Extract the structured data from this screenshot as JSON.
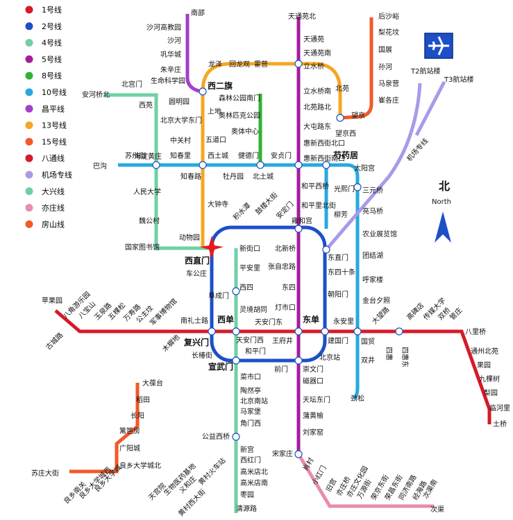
{
  "legend": [
    {
      "label": "1号线",
      "color": "#d7192a"
    },
    {
      "label": "2号线",
      "color": "#1d4fc8"
    },
    {
      "label": "4号线",
      "color": "#6fd0a5"
    },
    {
      "label": "5号线",
      "color": "#a41d9c"
    },
    {
      "label": "8号线",
      "color": "#2fb32f"
    },
    {
      "label": "10号线",
      "color": "#26a9e0"
    },
    {
      "label": "昌平线",
      "color": "#a43fc8"
    },
    {
      "label": "13号线",
      "color": "#f5a623"
    },
    {
      "label": "15号线",
      "color": "#f05a28"
    },
    {
      "label": "八通线",
      "color": "#d7192a"
    },
    {
      "label": "机场专线",
      "color": "#a99ae8"
    },
    {
      "label": "大兴线",
      "color": "#6fd0a5"
    },
    {
      "label": "亦庄线",
      "color": "#e88cb0"
    },
    {
      "label": "房山线",
      "color": "#f05a28"
    }
  ],
  "compass": {
    "cn": "北",
    "en": "North"
  },
  "airport": {
    "t2": "T2航站楼",
    "t3": "T3航站楼",
    "line_label": "机场专线"
  },
  "stations": {
    "s1": "南邵",
    "s2": "沙河高教园",
    "s3": "沙河",
    "s4": "巩华城",
    "s5": "朱辛庄",
    "s6": "生命科学园",
    "s7": "西二旗",
    "s8": "龙泽",
    "s9": "回龙观",
    "s10": "霍营",
    "s11": "天通苑北",
    "s12": "天通苑",
    "s13": "天通苑南",
    "s14": "立水桥",
    "s15": "立水桥南",
    "s16": "北苑路北",
    "s17": "大屯路东",
    "s18": "惠新西街北口",
    "s19": "北苑",
    "s20": "望京",
    "s21": "望京西",
    "s22": "后沙峪",
    "s23": "梨花坟",
    "s24": "国展",
    "s25": "孙河",
    "s26": "马泉营",
    "s27": "崔各庄",
    "s28": "森林公园南门",
    "s29": "奥林匹克公园",
    "s30": "奥体中心",
    "s31": "上地",
    "s32": "五道口",
    "s33": "北宫门",
    "s34": "西苑",
    "s35": "安河桥北",
    "s36": "圆明园",
    "s37": "北京大学东门",
    "s38": "中关村",
    "s39": "海淀黄庄",
    "s40": "人民大学",
    "s41": "魏公村",
    "s42": "国家图书馆",
    "s43": "动物园",
    "s44": "西直门",
    "s45": "车公庄",
    "s46": "巴沟",
    "s47": "苏州街",
    "s48": "知春里",
    "s49": "知春路",
    "s50": "西土城",
    "s51": "牡丹园",
    "s52": "健德门",
    "s53": "北土城",
    "s54": "安贞门",
    "s55": "惠新西街南口",
    "s56": "芍药居",
    "s57": "太阳宫",
    "s58": "三元桥",
    "s59": "和平西桥",
    "s60": "和平里北街",
    "s61": "光熙门",
    "s62": "柳芳",
    "s63": "亮马桥",
    "s64": "农业展览馆",
    "s65": "团结湖",
    "s66": "呼家楼",
    "s67": "金台夕照",
    "s68": "国贸",
    "s69": "双井",
    "s70": "劲松",
    "s71": "大钟寺",
    "s72": "积水潭",
    "s73": "鼓楼大街",
    "s74": "安定门",
    "s75": "雍和宫",
    "s76": "东直门",
    "s77": "东四十条",
    "s78": "朝阳门",
    "s79": "建国门",
    "s80": "北京站",
    "s81": "崇文门",
    "s82": "前门",
    "s83": "和平门",
    "s84": "宣武门",
    "s85": "长椿街",
    "s86": "复兴门",
    "s87": "阜成门",
    "s88": "新街口",
    "s89": "平安里",
    "s90": "西四",
    "s91": "灵境胡同",
    "s92": "西单",
    "s93": "北新桥",
    "s94": "张自忠路",
    "s95": "东四",
    "s96": "灯市口",
    "s97": "东单",
    "s98": "天安门西",
    "s99": "天安门东",
    "s100": "王府井",
    "s101": "永安里",
    "s102": "大望路",
    "s103": "四惠",
    "s104": "四惠东",
    "s105": "高碑店",
    "s106": "传媒大学",
    "s107": "双桥",
    "s108": "管庄",
    "s109": "八里桥",
    "s110": "通州北苑",
    "s111": "果园",
    "s112": "九棵树",
    "s113": "梨园",
    "s114": "临河里",
    "s115": "土桥",
    "s116": "苹果园",
    "s117": "古城路",
    "s118": "八角游乐园",
    "s119": "八宝山",
    "s120": "玉泉路",
    "s121": "五棵松",
    "s122": "万寿路",
    "s123": "公主坟",
    "s124": "军事博物馆",
    "s125": "木樨地",
    "s126": "南礼士路",
    "s127": "菜市口",
    "s128": "陶然亭",
    "s129": "北京南站",
    "s130": "马家堡",
    "s131": "角门西",
    "s132": "公益西桥",
    "s133": "新宫",
    "s134": "西红门",
    "s135": "高米店北",
    "s136": "高米店南",
    "s137": "枣园",
    "s138": "清源路",
    "s139": "黄村西大街",
    "s140": "黄村火车站",
    "s141": "义和庄",
    "s142": "生物医药基地",
    "s143": "天宫院",
    "s144": "磁器口",
    "s145": "天坛东门",
    "s146": "蒲黄榆",
    "s147": "刘家窑",
    "s148": "宋家庄",
    "s149": "肖村",
    "s150": "小红门",
    "s151": "旧宫",
    "s152": "亦庄桥",
    "s153": "亦庄文化园",
    "s154": "万源街",
    "s155": "荣京东街",
    "s156": "荣昌东街",
    "s157": "同济南路",
    "s158": "经海路",
    "s159": "次渠南",
    "s160": "次渠",
    "s161": "大葆台",
    "s162": "稻田",
    "s163": "长阳",
    "s164": "篱笆房",
    "s165": "广阳城",
    "s166": "良乡大学城北",
    "s167": "良乡大学城",
    "s168": "良乡大学城西",
    "s169": "良乡南关",
    "s170": "苏庄大街"
  }
}
